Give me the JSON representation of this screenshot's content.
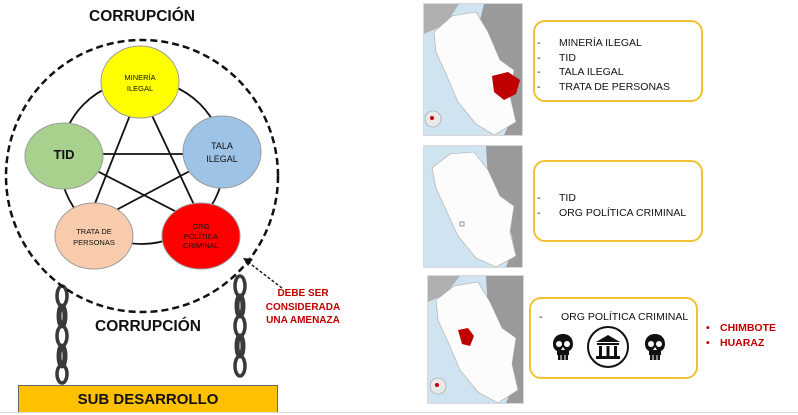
{
  "diagram": {
    "top_label": "CORRUPCIÓN",
    "bottom_label": "CORRUPCIÓN",
    "nodes": {
      "mineria": "MINERÍA\nILEGAL",
      "tala": "TALA\nILEGAL",
      "tid": "TID",
      "trata": "TRATA DE\nPERSONAS",
      "org": "ORG\nPOLÍTICA\nCRIMINAL"
    },
    "annotation": "DEBE SER\nCONSIDERADA\nUNA AMENAZA",
    "base_label": "SUB DESARROLLO",
    "colors": {
      "mineria": "#ffff00",
      "tala": "#9dc3e6",
      "tid": "#a9d18e",
      "trata": "#f8cbad",
      "org": "#ff0000",
      "base": "#ffc000",
      "annotation": "#c00000"
    }
  },
  "panels": [
    {
      "items": [
        "MINERÍA ILEGAL",
        "TID",
        "TALA ILEGAL",
        "TRATA DE PERSONAS"
      ]
    },
    {
      "items": [
        "TID",
        "ORG POLÍTICA CRIMINAL"
      ]
    },
    {
      "items": [
        "ORG POLÍTICA CRIMINAL"
      ],
      "icons": [
        "skull-icon",
        "government-building-icon",
        "skull-icon"
      ]
    }
  ],
  "cities": [
    "CHIMBOTE",
    "HUARAZ"
  ]
}
